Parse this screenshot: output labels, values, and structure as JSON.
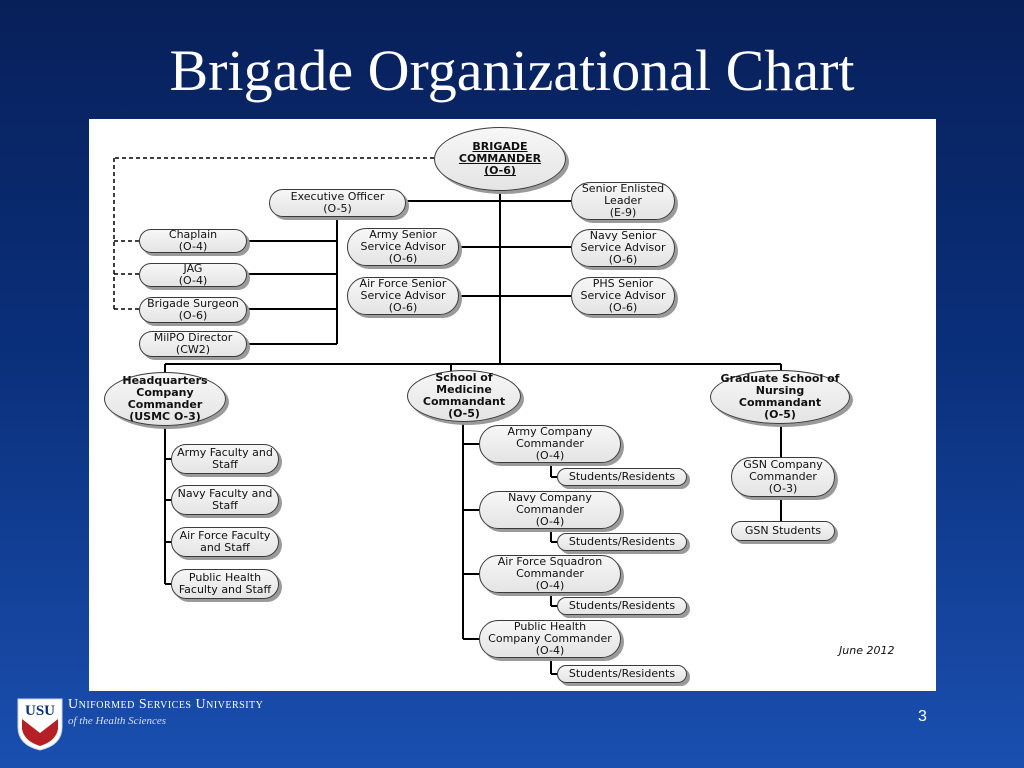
{
  "slide": {
    "title": "Brigade Organizational Chart",
    "date": "June 2012",
    "page_number": "3"
  },
  "footer": {
    "university_name": "Uniformed Services University",
    "university_sub": "of the Health Sciences",
    "logo_letters": "USU"
  },
  "colors": {
    "background": "#0a2f7a",
    "panel": "#ffffff",
    "node_border": "#3b3b3b",
    "title_text": "#ffffff"
  },
  "org": {
    "brigade_commander": "BRIGADE\nCOMMANDER\n(O-6)",
    "executive_officer": "Executive Officer\n(O-5)",
    "chaplain": "Chaplain\n(O-4)",
    "jag": "JAG\n(O-4)",
    "brigade_surgeon": "Brigade Surgeon\n(O-6)",
    "milpo_director": "MilPO Director\n(CW2)",
    "army_senior_advisor": "Army Senior\nService Advisor\n(O-6)",
    "air_force_senior_advisor": "Air Force Senior\nService Advisor\n(O-6)",
    "senior_enlisted_leader": "Senior Enlisted\nLeader\n(E-9)",
    "navy_senior_advisor": "Navy Senior\nService Advisor\n(O-6)",
    "phs_senior_advisor": "PHS Senior\nService Advisor\n(O-6)",
    "hq_company_commander": "Headquarters\nCompany\nCommander\n(USMC O-3)",
    "school_of_medicine_commandant": "School of\nMedicine\nCommandant\n(O-5)",
    "graduate_school_nursing_commandant": "Graduate School of\nNursing Commandant\n(O-5)",
    "army_faculty_staff": "Army Faculty and\nStaff",
    "navy_faculty_staff": "Navy Faculty and\nStaff",
    "air_force_faculty_staff": "Air Force Faculty\nand Staff",
    "public_health_faculty_staff": "Public Health\nFaculty and Staff",
    "army_company_commander": "Army Company\nCommander\n(O-4)",
    "navy_company_commander": "Navy Company\nCommander\n(O-4)",
    "air_force_squadron_commander": "Air Force Squadron\nCommander\n(O-4)",
    "public_health_company_commander": "Public Health\nCompany Commander\n(O-4)",
    "students_residents": "Students/Residents",
    "gsn_company_commander": "GSN Company\nCommander\n(O-3)",
    "gsn_students": "GSN Students"
  }
}
